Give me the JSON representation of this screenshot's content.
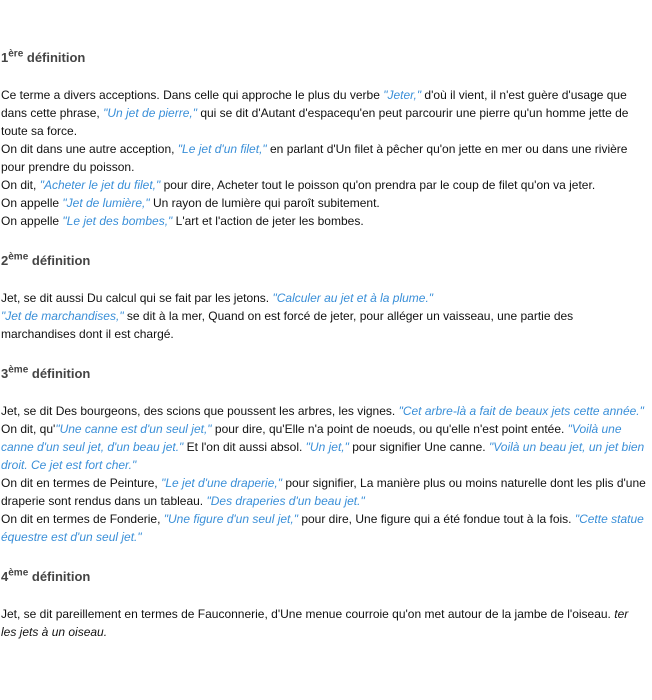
{
  "definitions": [
    {
      "num": "1",
      "sup": "ère",
      "label": "définition",
      "lines": [
        [
          {
            "t": "Ce terme a divers acceptions. Dans celle qui approche le plus du verbe "
          },
          {
            "t": "\"Jeter,\"",
            "s": "q"
          },
          {
            "t": " d'où il vient, il n'est guère d'usage que dans cette phrase, "
          },
          {
            "t": "\"Un jet de pierre,\"",
            "s": "q"
          },
          {
            "t": " qui se dit d'Autant d'espacequ'en peut parcourir une pierre qu'un homme jette de toute sa force."
          }
        ],
        [
          {
            "t": "On dit dans une autre acception, "
          },
          {
            "t": "\"Le jet d'un filet,\"",
            "s": "q"
          },
          {
            "t": " en parlant d'Un filet à pêcher qu'on jette en mer ou dans une rivière pour prendre du poisson."
          }
        ],
        [
          {
            "t": "On dit, "
          },
          {
            "t": "\"Acheter le jet du filet,\"",
            "s": "q"
          },
          {
            "t": " pour dire, Acheter tout le poisson qu'on prendra par le coup de filet qu'on va jeter."
          }
        ],
        [
          {
            "t": "On appelle "
          },
          {
            "t": "\"Jet de lumière,\"",
            "s": "q"
          },
          {
            "t": " Un rayon de lumière qui paroît subitement."
          }
        ],
        [
          {
            "t": "On appelle "
          },
          {
            "t": "\"Le jet des bombes,\"",
            "s": "q"
          },
          {
            "t": " L'art et l'action de jeter les bombes."
          }
        ]
      ]
    },
    {
      "num": "2",
      "sup": "ème",
      "label": "définition",
      "lines": [
        [
          {
            "t": "Jet, se dit aussi Du calcul qui se fait par les jetons. "
          },
          {
            "t": "\"Calculer au jet et à la plume.\"",
            "s": "q"
          }
        ],
        [
          {
            "t": "\"Jet de marchandises,\"",
            "s": "q"
          },
          {
            "t": " se dit à la mer, Quand on est forcé de jeter, pour alléger un vaisseau, une partie des marchandises dont il est chargé."
          }
        ]
      ]
    },
    {
      "num": "3",
      "sup": "ème",
      "label": "définition",
      "lines": [
        [
          {
            "t": "Jet, se dit Des bourgeons, des scions que poussent les arbres, les vignes. "
          },
          {
            "t": "\"Cet arbre-là a fait de beaux jets cette année.\"",
            "s": "q"
          }
        ],
        [
          {
            "t": "On dit, qu'"
          },
          {
            "t": "\"Une canne est d'un seul jet,\"",
            "s": "q"
          },
          {
            "t": " pour dire, qu'Elle n'a point de noeuds, ou qu'elle n'est point entée. "
          },
          {
            "t": "\"Voilà une canne d'un seul jet, d'un beau jet.\"",
            "s": "q"
          },
          {
            "t": " Et l'on dit aussi absol. "
          },
          {
            "t": "\"Un jet,\"",
            "s": "q"
          },
          {
            "t": " pour signifier Une canne. "
          },
          {
            "t": "\"Voilà un beau jet, un jet bien droit. Ce jet est fort cher.\"",
            "s": "q"
          }
        ],
        [
          {
            "t": "On dit en termes de Peinture, "
          },
          {
            "t": "\"Le jet d'une draperie,\"",
            "s": "q"
          },
          {
            "t": " pour signifier, La manière plus ou moins naturelle dont les plis d'une draperie sont rendus dans un tableau. "
          },
          {
            "t": "\"Des draperies d'un beau jet.\"",
            "s": "q"
          }
        ],
        [
          {
            "t": "On dit en termes de Fonderie, "
          },
          {
            "t": "\"Une figure d'un seul jet,\"",
            "s": "q"
          },
          {
            "t": " pour dire, Une figure qui a été fondue tout à la fois. "
          },
          {
            "t": "\"Cette statue équestre est d'un seul jet.\"",
            "s": "q"
          }
        ]
      ]
    },
    {
      "num": "4",
      "sup": "ème",
      "label": "définition",
      "lines": [
        [
          {
            "t": "Jet, se dit pareillement en termes de Fauconnerie, d'Une menue courroie qu'on met autour de la jambe de l'oiseau. "
          },
          {
            "t": "ter les jets à un oiseau.",
            "s": "i"
          }
        ]
      ]
    }
  ],
  "colors": {
    "quote": "#3a8fd8",
    "heading": "#444444",
    "text": "#111111"
  }
}
